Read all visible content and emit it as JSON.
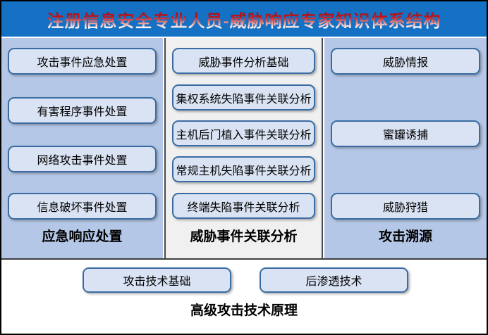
{
  "title": "注册信息安全专业人员-威胁响应专家知识体系结构",
  "columns": [
    {
      "label": "应急响应处置",
      "boxes": [
        "攻击事件应急处置",
        "有害程序事件处置",
        "网络攻击事件处置",
        "信息破坏事件处置"
      ]
    },
    {
      "label": "威胁事件关联分析",
      "boxes": [
        "威胁事件分析基础",
        "集权系统失陷事件关联分析",
        "主机后门植入事件关联分析",
        "常规主机失陷事件关联分析",
        "终端失陷事件关联分析"
      ]
    },
    {
      "label": "攻击溯源",
      "boxes": [
        "威胁情报",
        "蜜罐诱捕",
        "威胁狩猎"
      ]
    }
  ],
  "bottom": {
    "label": "高级攻击技术原理",
    "boxes": [
      "攻击技术基础",
      "后渗透技术"
    ]
  },
  "colors": {
    "header_blue": "#1471c4",
    "title_red": "#c00000",
    "panel_blue": "#b4c7e7",
    "panel_gray": "#f0f0f0",
    "box_fill": "#dae3f3",
    "box_border": "#3a6ca3",
    "divider_dark": "#3f3f3f",
    "frame_border": "#000000"
  }
}
